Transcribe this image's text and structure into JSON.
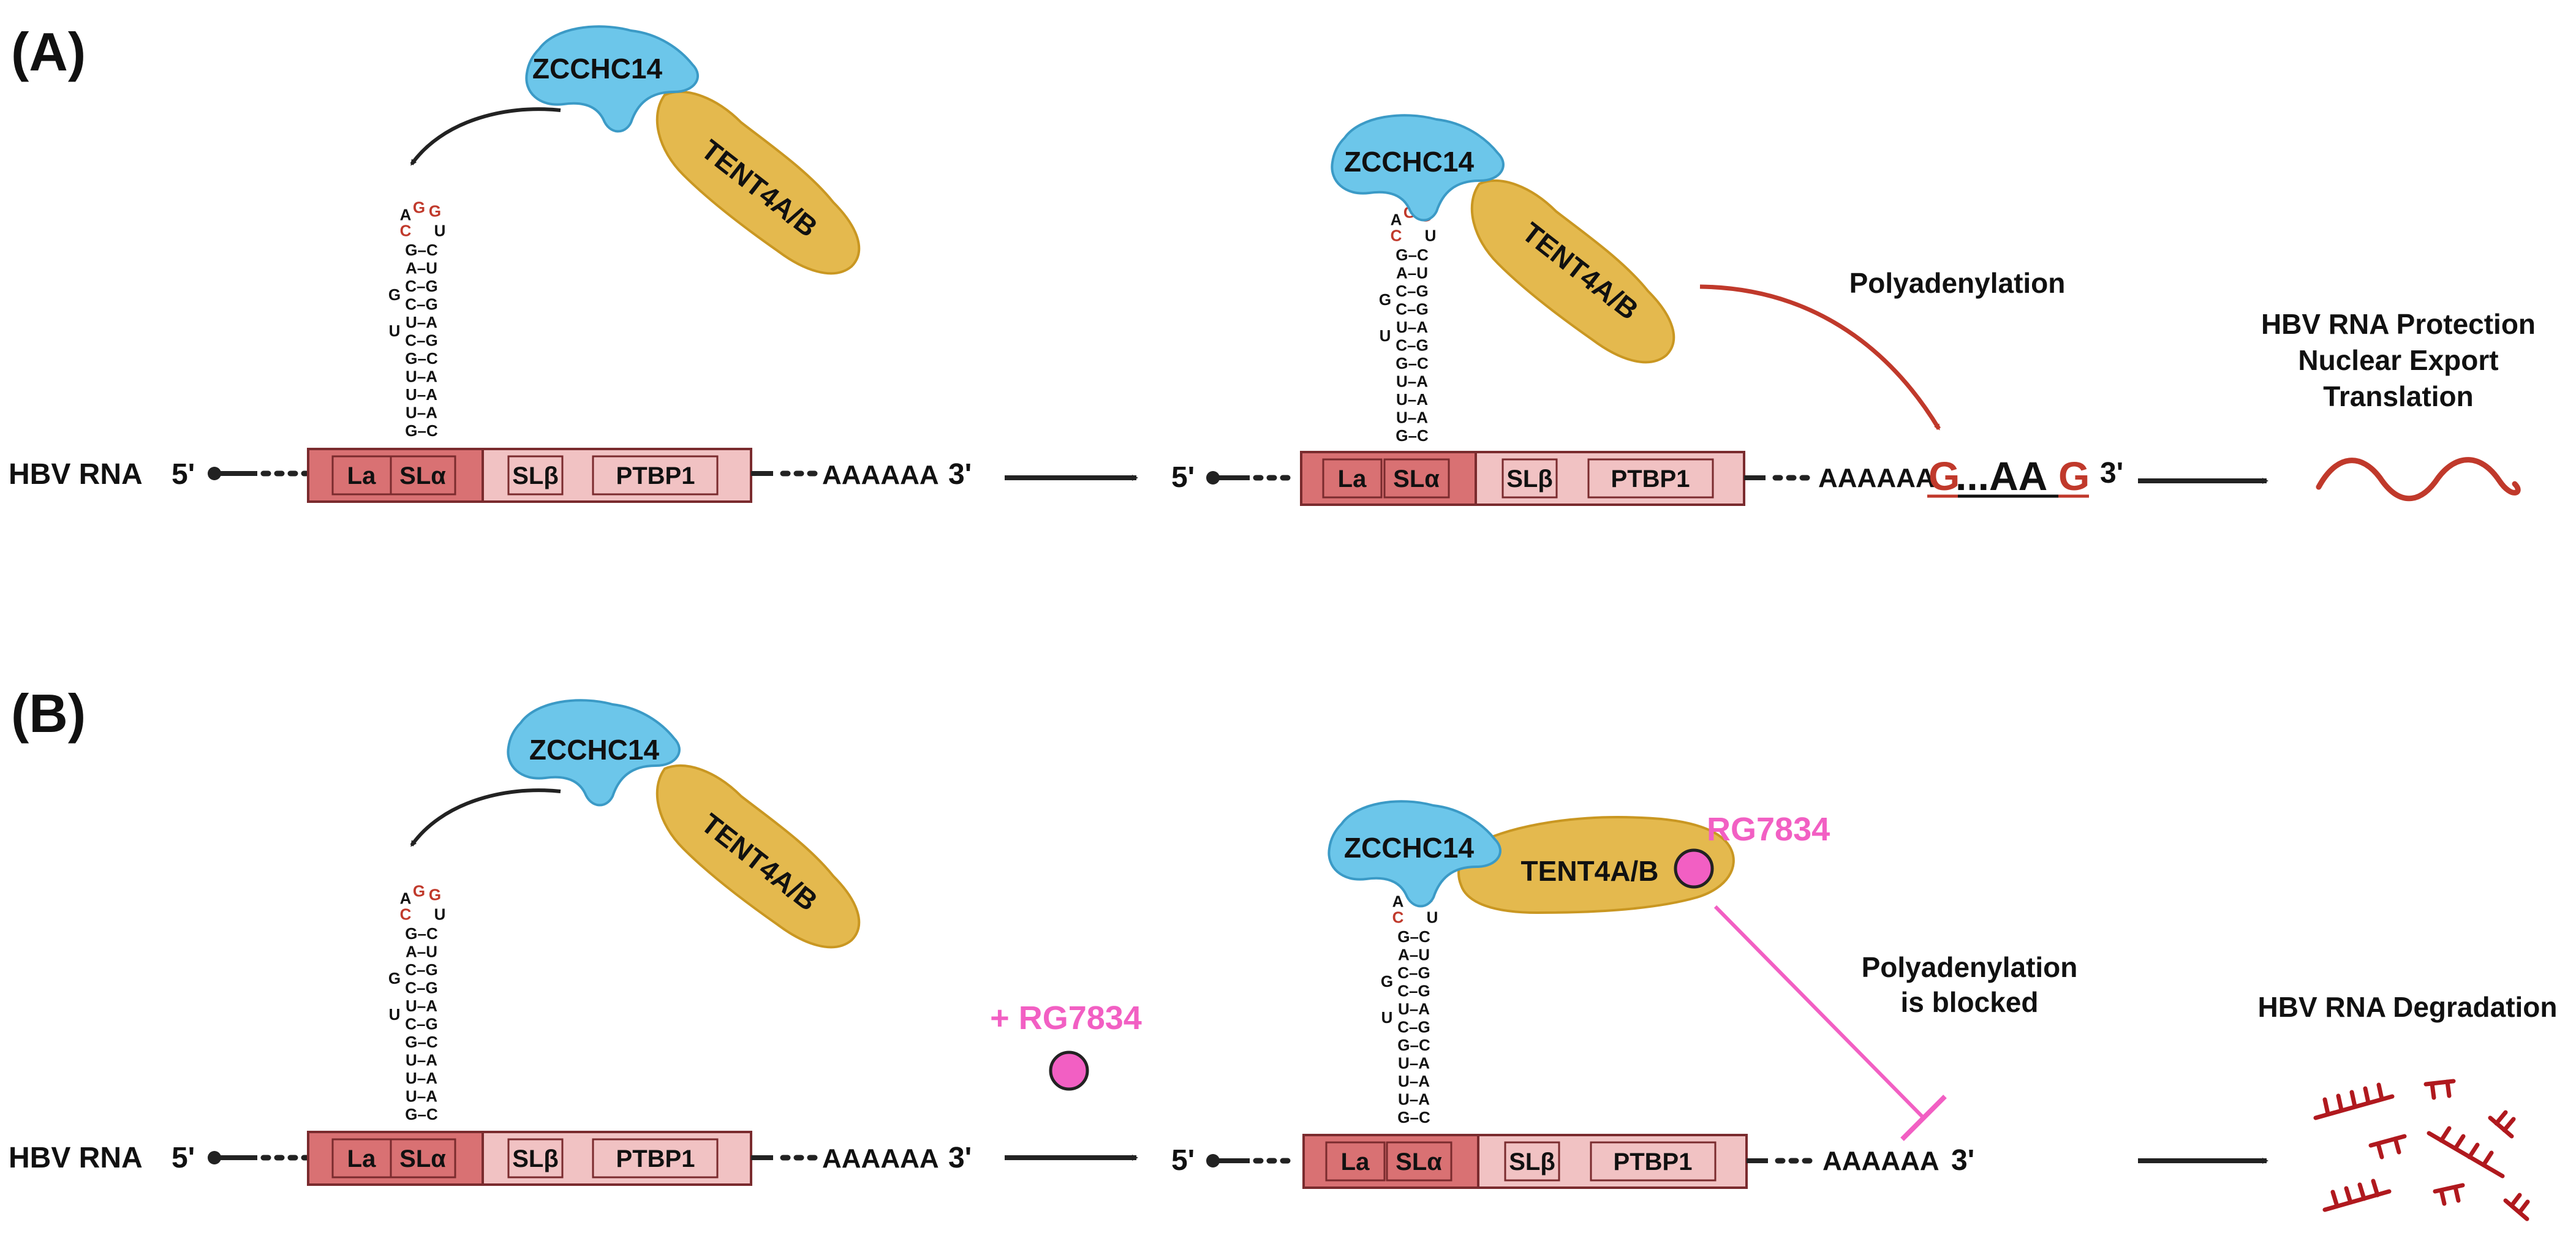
{
  "panels": [
    {
      "label": "(A)",
      "rna_label": "HBV RNA",
      "five_prime": "5'",
      "three_prime": "3'",
      "poly_a": "AAAAAA",
      "segments": [
        "La",
        "SLα",
        "SLβ",
        "PTBP1"
      ],
      "protein_1": "ZCCHC14",
      "protein_2": "TENT4A/B",
      "process_label": "Polyadenylation",
      "tail_g1": "G",
      "tail_mid": "...AA",
      "tail_g2": "G",
      "outcome": [
        "HBV RNA Protection",
        "Nuclear Export",
        "Translation"
      ]
    },
    {
      "label": "(B)",
      "rna_label": "HBV RNA",
      "five_prime": "5'",
      "three_prime": "3'",
      "poly_a": "AAAAAA",
      "segments": [
        "La",
        "SLα",
        "SLβ",
        "PTBP1"
      ],
      "protein_1": "ZCCHC14",
      "protein_2": "TENT4A/B",
      "drug_added": "+ RG7834",
      "drug_label": "RG7834",
      "process_label": [
        "Polyadenylation",
        "is blocked"
      ],
      "outcome": [
        "HBV RNA Degradation"
      ]
    }
  ],
  "stem_loop": {
    "loop": [
      "A",
      "G",
      "G",
      "C",
      "U"
    ],
    "pairs": [
      "G–C",
      "A–U",
      "C–G",
      "C–G",
      "U–A",
      "C–G",
      "G–C",
      "U–A",
      "U–A",
      "U–A",
      "G–C"
    ],
    "bulges": [
      "G",
      "U"
    ]
  },
  "colors": {
    "zcchc14": "#6cc6ea",
    "tent4": "#e4b94e",
    "rg7834": "#f25fc3",
    "rna_red": "#c0392b",
    "box_dark": "#d97173",
    "box_light": "#f1c2c3"
  }
}
